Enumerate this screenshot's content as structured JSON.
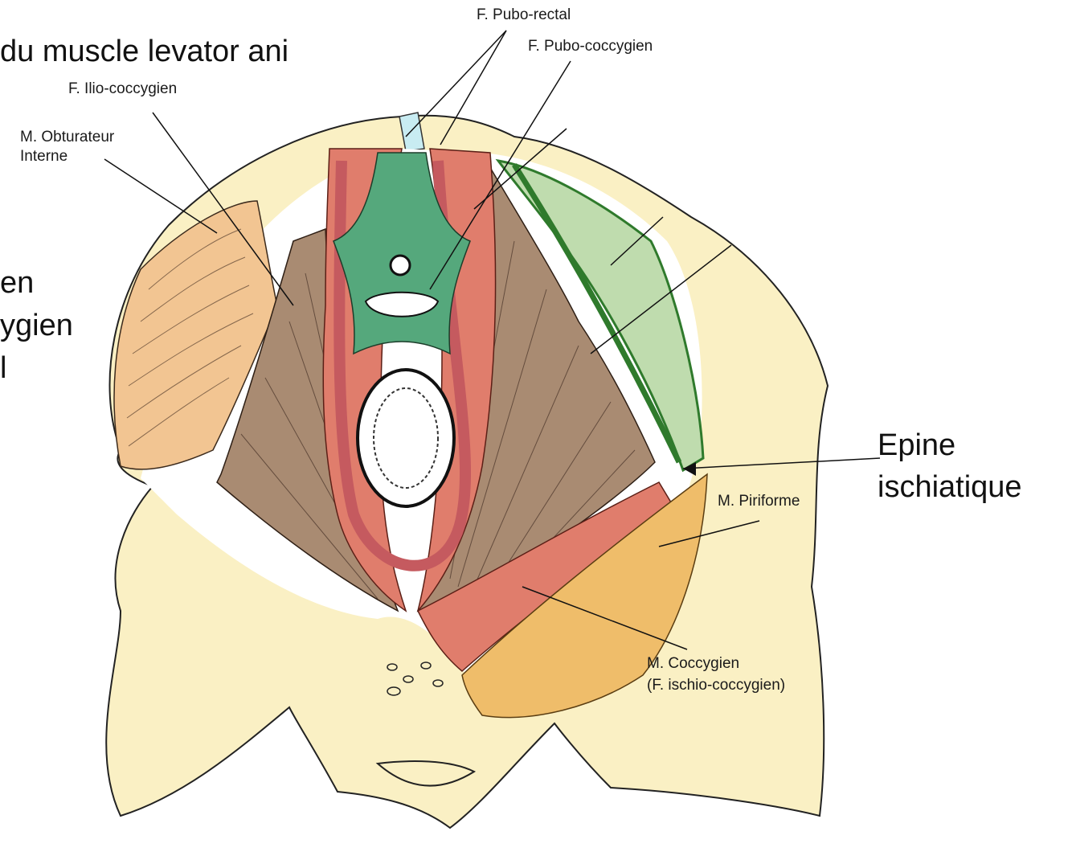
{
  "title_fragment": "du muscle levator ani",
  "left_fragments": [
    "en",
    "ygien",
    "l"
  ],
  "labels": {
    "pubo_rectal": "F. Pubo-rectal",
    "pubo_coccygien": "F. Pubo-coccygien",
    "ilio_coccygien": "F. Ilio-coccygien",
    "obturateur_line1": "M. Obturateur",
    "obturateur_line2": "Interne",
    "piriforme": "M. Piriforme",
    "coccygien_line1": "M. Coccygien",
    "coccygien_line2": "(F. ischio-coccygien)",
    "epine_line1": "Epine",
    "epine_line2": "ischiatique"
  },
  "colors": {
    "bone": "#faf0c4",
    "obturator": "#f2c592",
    "levator_brown": "#a98b72",
    "pubo_red": "#e07d6c",
    "pubo_rectal_dark": "#c55a5f",
    "green_fibers": "#55a87c",
    "light_green": "#bfdcae",
    "dark_green": "#2f7a2c",
    "piriformis": "#efbd6a",
    "cartilage": "#c8ecf2"
  }
}
